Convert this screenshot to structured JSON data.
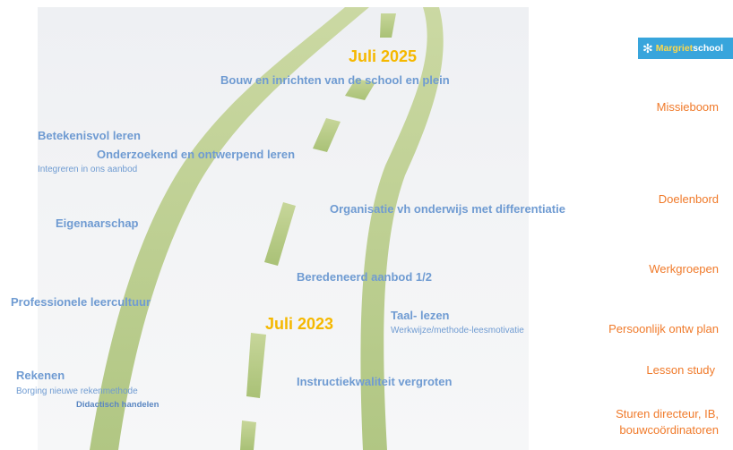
{
  "logo": {
    "part1": "Margriet",
    "part2": "school"
  },
  "years": {
    "y2025": "Juli 2025",
    "y2023": "Juli 2023"
  },
  "road_labels": {
    "bouw": "Bouw en inrichten van de school en plein",
    "betekenisvol": "Betekenisvol leren",
    "onderzoekend": "Onderzoekend en ontwerpend leren",
    "integreren": "Integreren in ons aanbod",
    "organisatie": "Organisatie vh onderwijs met differentiatie",
    "eigenaarschap": "Eigenaarschap",
    "beredeneerd": "Beredeneerd aanbod  1/2",
    "professionele": "Professionele leercultuur",
    "taal": "Taal- lezen",
    "werkwijze": "Werkwijze/methode-leesmotivatie",
    "rekenen": "Rekenen",
    "borging": "Borging nieuwe rekenmethode",
    "didactisch": "Didactisch handelen",
    "instructie": "Instructiekwaliteit vergroten"
  },
  "side_labels": {
    "missieboom": "Missieboom",
    "doelenbord": "Doelenbord",
    "werkgroepen": "Werkgroepen",
    "persoonlijk": "Persoonlijk ontw plan",
    "lesson": "Lesson study",
    "sturen1": "Sturen directeur, IB,",
    "sturen2": "bouwcoördinatoren"
  },
  "colors": {
    "label_blue": "#6f9bd2",
    "year_yellow": "#f5b800",
    "side_orange": "#f07a2a",
    "road_green": "#b8cc86",
    "logo_blue": "#38a5dc"
  }
}
